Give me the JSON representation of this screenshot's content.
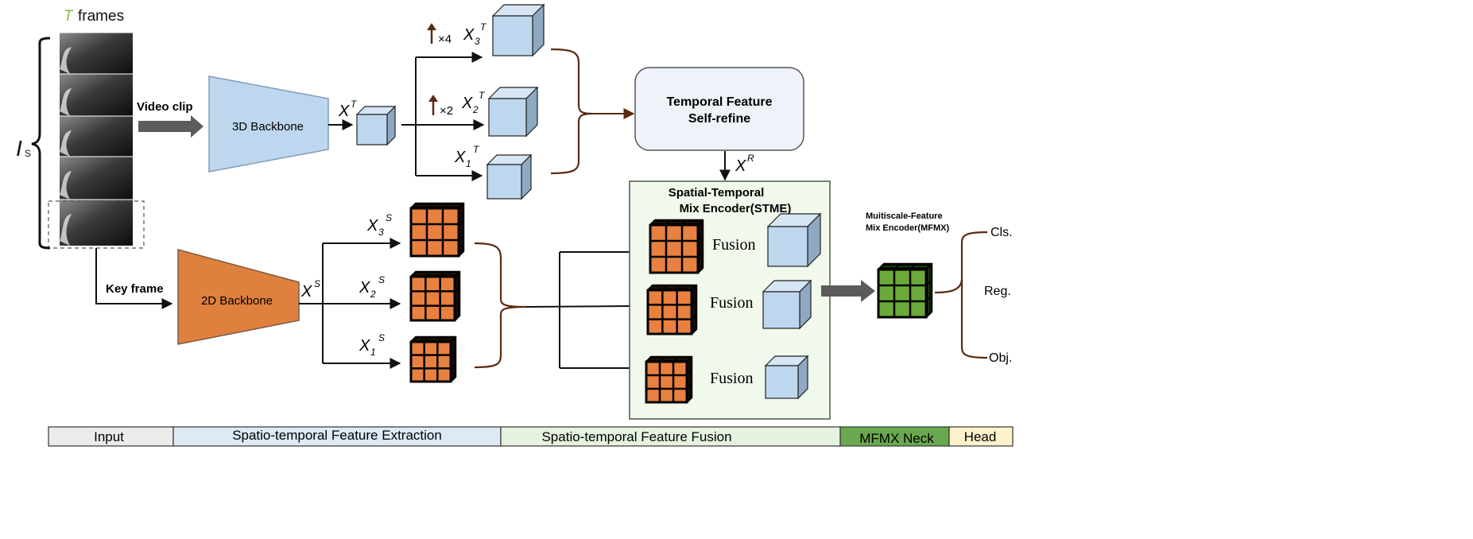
{
  "input": {
    "frames_T": "T",
    "frames_label": "frames",
    "Is_main": "I",
    "Is_sub": "S",
    "video_clip": "Video clip",
    "key_frame": "Key frame"
  },
  "backbone3d": {
    "label": "3D Backbone",
    "feat": {
      "base": "X",
      "sup": "T"
    },
    "multi": [
      {
        "base": "X",
        "sub": "3",
        "sup": "T",
        "up": "×4"
      },
      {
        "base": "X",
        "sub": "2",
        "sup": "T",
        "up": "×2"
      },
      {
        "base": "X",
        "sub": "1",
        "sup": "T",
        "up": ""
      }
    ]
  },
  "backbone2d": {
    "label": "2D Backbone",
    "feat": {
      "base": "X",
      "sup": "S"
    },
    "multi": [
      {
        "base": "X",
        "sub": "3",
        "sup": "S"
      },
      {
        "base": "X",
        "sub": "2",
        "sup": "S"
      },
      {
        "base": "X",
        "sub": "1",
        "sup": "S"
      }
    ]
  },
  "tfsr": {
    "line1": "Temporal Feature",
    "line2": "Self-refine",
    "out": {
      "base": "X",
      "sup": "R"
    }
  },
  "stme": {
    "line1": "Spatial-Temporal",
    "line2": "Mix Encoder(STME)",
    "fusion": [
      "Fusion",
      "Fusion",
      "Fusion"
    ]
  },
  "mfmx": {
    "line1": "Muitiscale-Feature",
    "line2": "Mix Encoder(MFMX)"
  },
  "head": {
    "outputs": [
      "Cls.",
      "Reg.",
      "Obj."
    ]
  },
  "legend": [
    {
      "label": "Input",
      "color": "#ebebeb"
    },
    {
      "label": "Spatio-temporal Feature Extraction",
      "color": "#dde9f5"
    },
    {
      "label": "Spatio-temporal Feature Fusion",
      "color": "#e6f2e0"
    },
    {
      "label": "MFMX Neck",
      "color": "#6aa84f"
    },
    {
      "label": "Head",
      "color": "#fdf2cc"
    }
  ],
  "colors": {
    "blue_cube": "#bdd7ee",
    "blue_cube_side": "#8ea9c1",
    "orange_cube": "#e8813f",
    "green_cube": "#6aaa3a",
    "backbone3d": "#bdd7ee",
    "backbone2d": "#e0803e",
    "tfsr": "#eef3fa",
    "stme": "#f1f8ec",
    "brace": "#5a2a10",
    "arrow_gray": "#5b5b5b",
    "frames_T": "#7cbf43"
  }
}
